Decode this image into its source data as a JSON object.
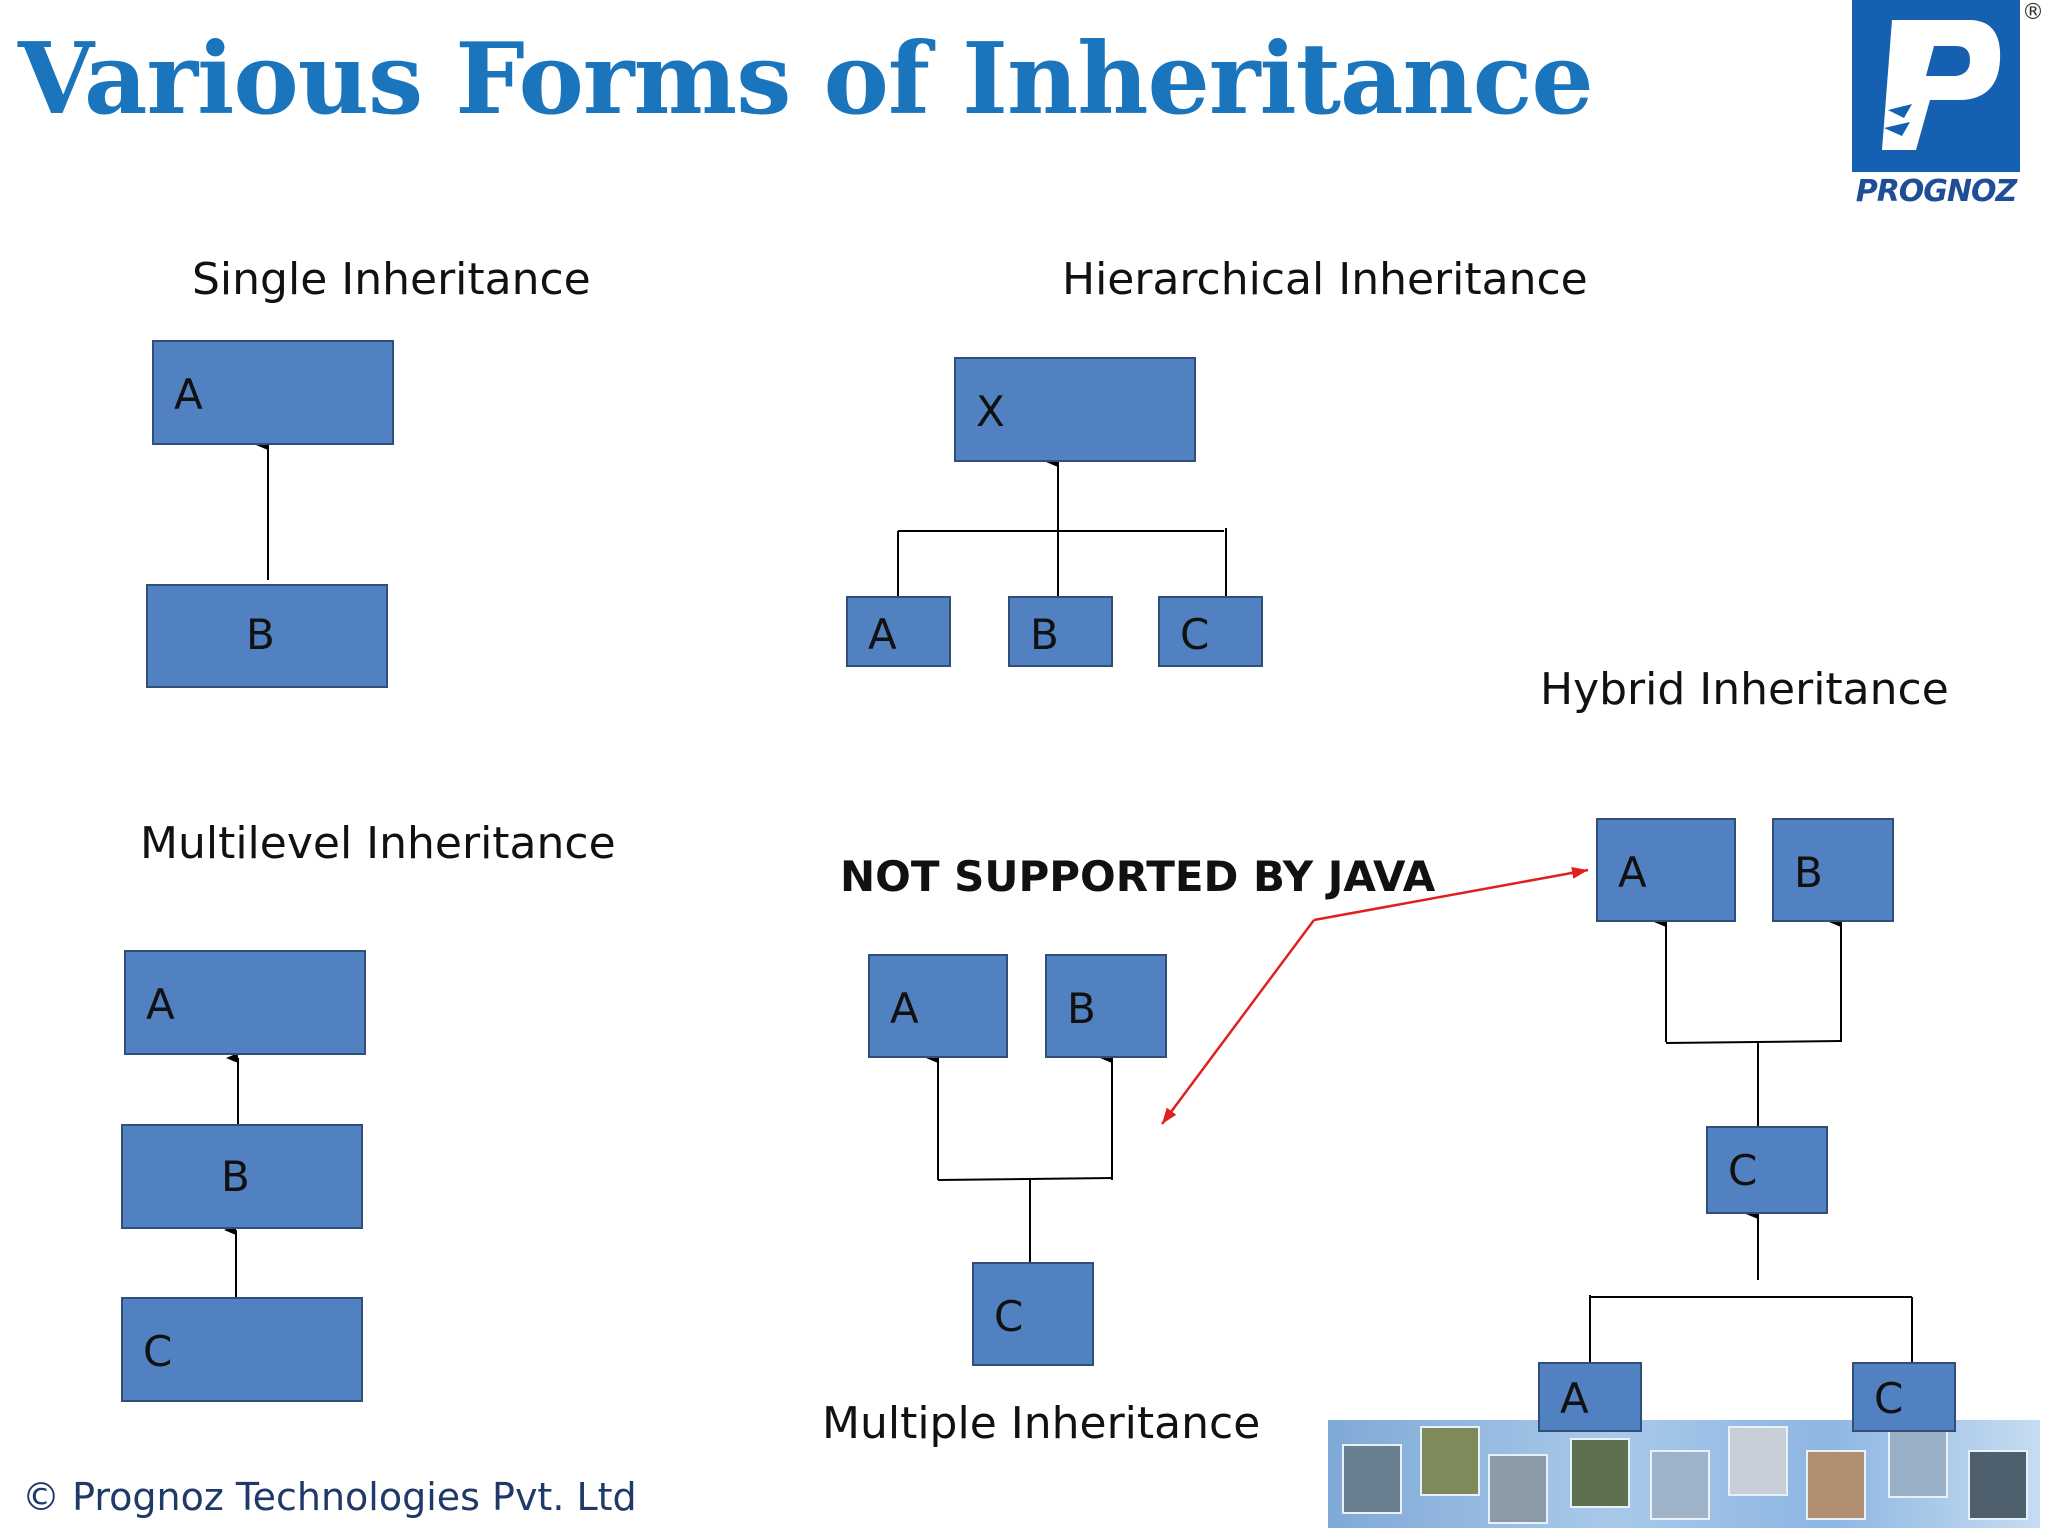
{
  "title": "Various Forms of Inheritance",
  "logo": {
    "text": "PROGNOZ",
    "registered": "®",
    "color": "#1560b0"
  },
  "sections": {
    "single": {
      "heading": "Single Inheritance",
      "boxes": [
        "A",
        "B"
      ]
    },
    "hierarchical": {
      "heading": "Hierarchical Inheritance",
      "boxes": [
        "X",
        "A",
        "B",
        "C"
      ]
    },
    "multilevel": {
      "heading": "Multilevel Inheritance",
      "boxes": [
        "A",
        "B",
        "C"
      ]
    },
    "multiple": {
      "heading": "Multiple Inheritance",
      "note": "NOT SUPPORTED BY JAVA",
      "boxes": [
        "A",
        "B",
        "C"
      ]
    },
    "hybrid": {
      "heading": "Hybrid Inheritance",
      "boxes": [
        "A",
        "B",
        "C",
        "A",
        "C"
      ]
    }
  },
  "colors": {
    "title": "#1b75bc",
    "box_fill": "#5181c0",
    "box_border": "#2f4f7a",
    "note_arrow": "#e02020"
  },
  "footer": "© Prognoz Technologies Pvt. Ltd"
}
